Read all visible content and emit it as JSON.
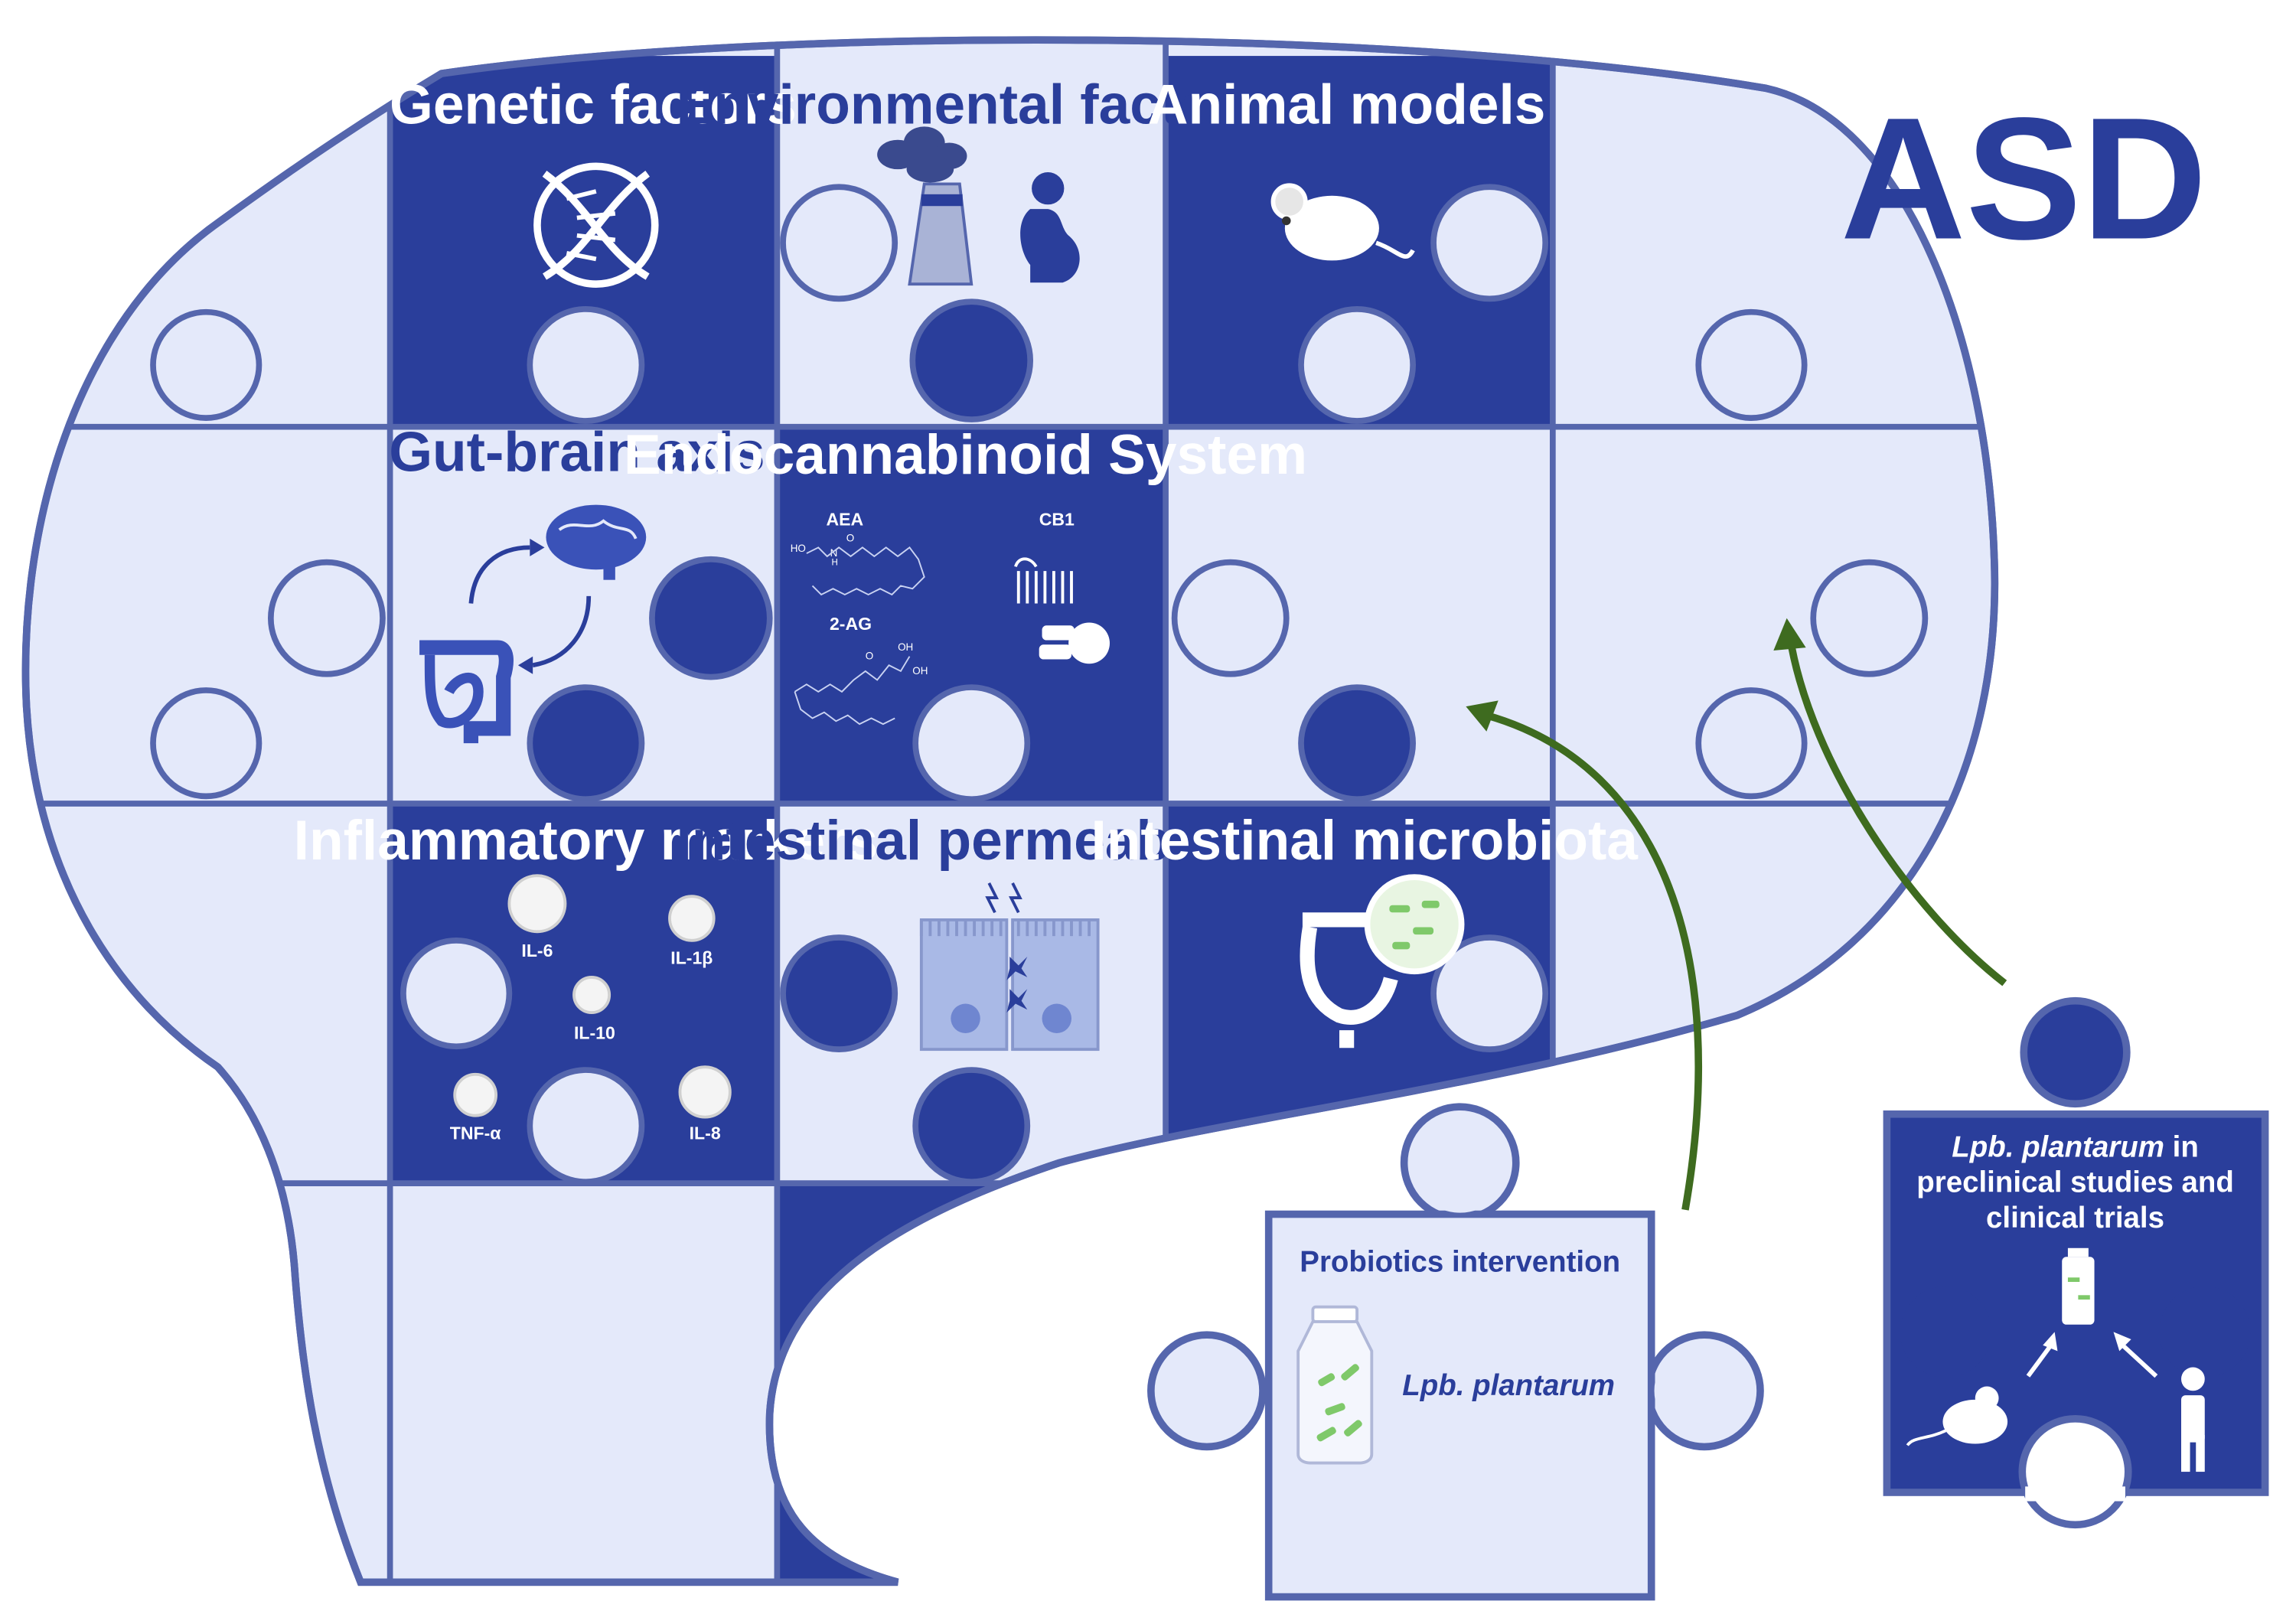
{
  "title": "ASD",
  "tiles": {
    "genetic": "Genetic factors",
    "environmental": "Environmental factors",
    "animal": "Animal models",
    "gut_brain": "Gut-brain axis",
    "ecs": "Endocannabinoid System",
    "inflammatory": "Inflammatory markers",
    "permeability": "Intestinal permeability",
    "microbiota": "Intestinal microbiota"
  },
  "ecs_labels": {
    "aea": "AEA",
    "cb1": "CB1",
    "ag": "2-AG",
    "ho": "HO",
    "n": "N",
    "h": "H",
    "o": "O",
    "oh": "OH"
  },
  "markers": [
    "IL-6",
    "IL-1β",
    "IL-10",
    "TNF-α",
    "IL-8"
  ],
  "probiotics": {
    "title": "Probiotics intervention",
    "strain": "Lpb. plantarum"
  },
  "studies": {
    "line1_italic": "Lpb. plantarum",
    "line1_rest": " in",
    "line2": "preclinical studies and",
    "line3": "clinical trials"
  },
  "colors": {
    "dark": "#2a3e9b",
    "light": "#e4e9fa",
    "outline": "#5566ad",
    "arrow": "#3e6b1f",
    "bacteria": "#7fc96a"
  }
}
